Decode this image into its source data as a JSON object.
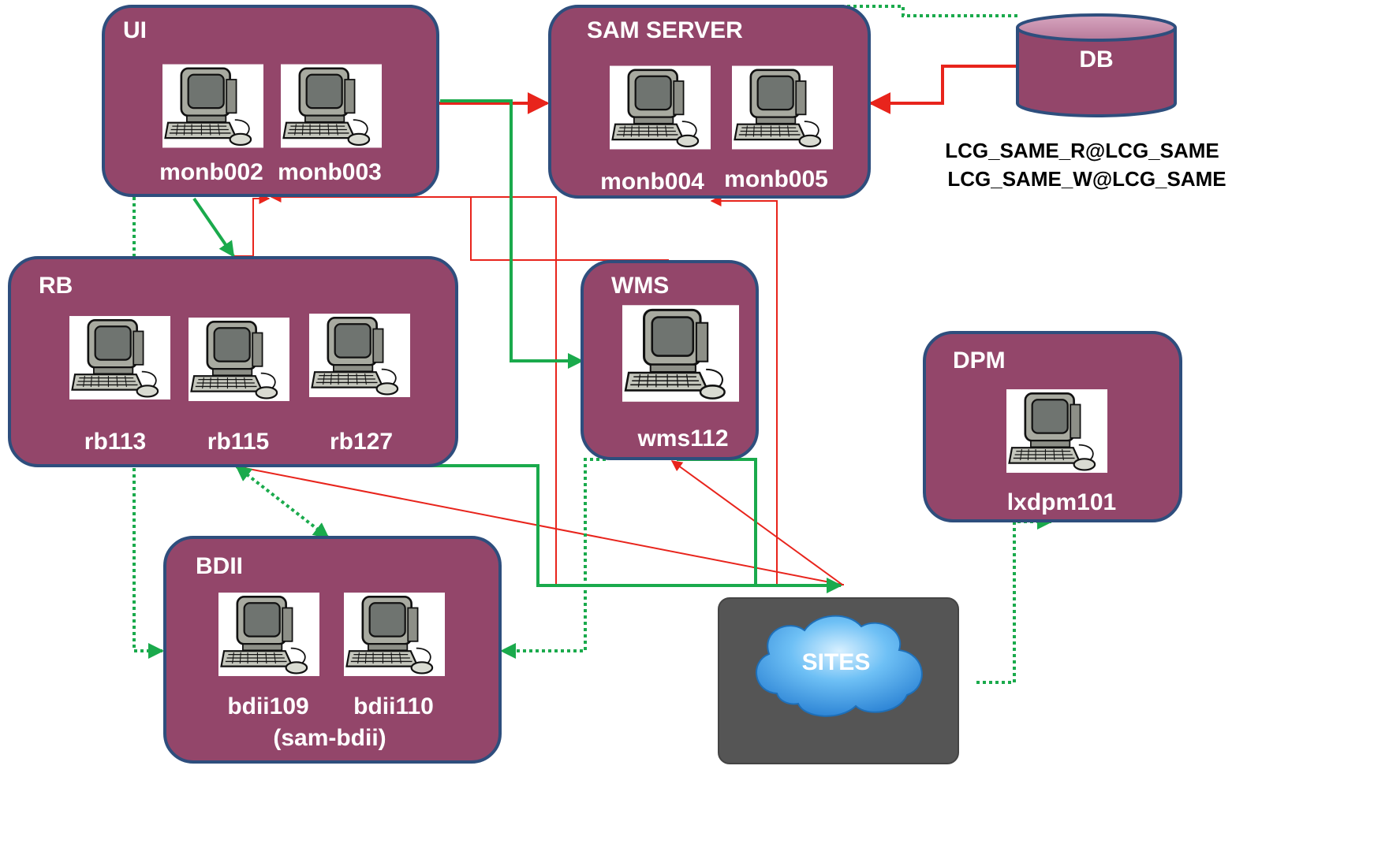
{
  "nodes": {
    "ui": {
      "title": "UI",
      "hosts": [
        "monb002",
        "monb003"
      ]
    },
    "sam_server": {
      "title": "SAM SERVER",
      "hosts": [
        "monb004",
        "monb005"
      ]
    },
    "db": {
      "title": "DB",
      "accounts": [
        "LCG_SAME_R@LCG_SAME",
        "LCG_SAME_W@LCG_SAME"
      ]
    },
    "rb": {
      "title": "RB",
      "hosts": [
        "rb113",
        "rb115",
        "rb127"
      ]
    },
    "wms": {
      "title": "WMS",
      "hosts": [
        "wms112"
      ]
    },
    "dpm": {
      "title": "DPM",
      "hosts": [
        "lxdpm101"
      ]
    },
    "bdii": {
      "title": "BDII",
      "hosts": [
        "bdii109",
        "bdii110"
      ],
      "subtitle": "(sam-bdii)"
    },
    "sites": {
      "title": "SITES"
    }
  },
  "colors": {
    "box_fill": "#93466a",
    "box_border": "#2e4e7d",
    "red_link": "#e8241c",
    "green_link": "#1aaa4c",
    "sites_bg": "#555555",
    "cloud": "#4aa6e8"
  },
  "icons": {
    "host": "computer-icon",
    "db": "database-icon",
    "sites": "cloud-icon"
  }
}
